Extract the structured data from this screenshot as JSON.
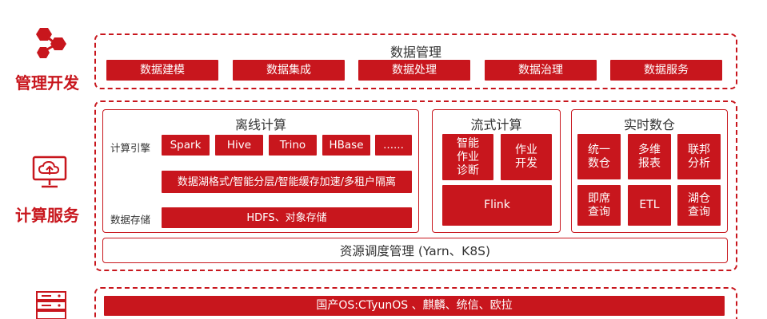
{
  "sections": {
    "mgmt": {
      "label": "管理开发"
    },
    "compute": {
      "label": "计算服务"
    }
  },
  "data_mgmt": {
    "title": "数据管理",
    "items": [
      "数据建模",
      "数据集成",
      "数据处理",
      "数据治理",
      "数据服务"
    ]
  },
  "offline": {
    "title": "离线计算",
    "engine_label": "计算引擎",
    "engines": [
      "Spark",
      "Hive",
      "Trino",
      "HBase",
      "......"
    ],
    "lake_features": "数据湖格式/智能分层/智能缓存加速/多租户隔离",
    "storage_label": "数据存储",
    "storage": "HDFS、对象存储"
  },
  "stream": {
    "title": "流式计算",
    "diag": "智能\n作业\n诊断",
    "dev": "作业\n开发",
    "flink": "Flink"
  },
  "realtime": {
    "title": "实时数仓",
    "items": [
      "统一\n数仓",
      "多维\n报表",
      "联邦\n分析",
      "即席\n查询",
      "ETL",
      "湖仓\n查询"
    ]
  },
  "scheduler": "资源调度管理 (Yarn、K8S)",
  "os": "国产OS:CTyunOS 、麒麟、统信、欧拉",
  "colors": {
    "accent": "#c8161d"
  },
  "icons": [
    "hexagon-network-icon",
    "cloud-monitor-icon",
    "server-rack-icon"
  ]
}
